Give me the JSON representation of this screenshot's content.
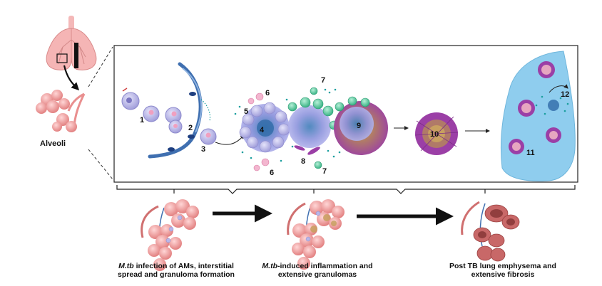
{
  "labels": {
    "alveoli": "Alveoli"
  },
  "steps": [
    "1",
    "2",
    "3",
    "4",
    "5",
    "6",
    "6",
    "7",
    "7",
    "8",
    "9",
    "10",
    "11",
    "12"
  ],
  "captions": {
    "stage1_italic": "M.tb",
    "stage1_rest_line1": " infection of AMs, interstitial",
    "stage1_line2": "spread and granuloma formation",
    "stage2_italic": "M.tb",
    "stage2_rest_line1": "-induced inflammation and",
    "stage2_line2": "extensive granulomas",
    "stage3_line1": "Post TB lung emphysema and",
    "stage3_line2": "extensive fibrosis"
  },
  "colors": {
    "lung_pink": "#f2b3b3",
    "lung_panel_blue": "#8fcdee",
    "macrophage": "#b8b6e8",
    "granuloma_blue": "#5b7fc7",
    "neutrophil_green": "#3fbf8f",
    "fibrosis_purple": "#9b3fa6",
    "cytokine_teal": "#1a9e9e",
    "alveoli_pink": "#e88a8a"
  }
}
